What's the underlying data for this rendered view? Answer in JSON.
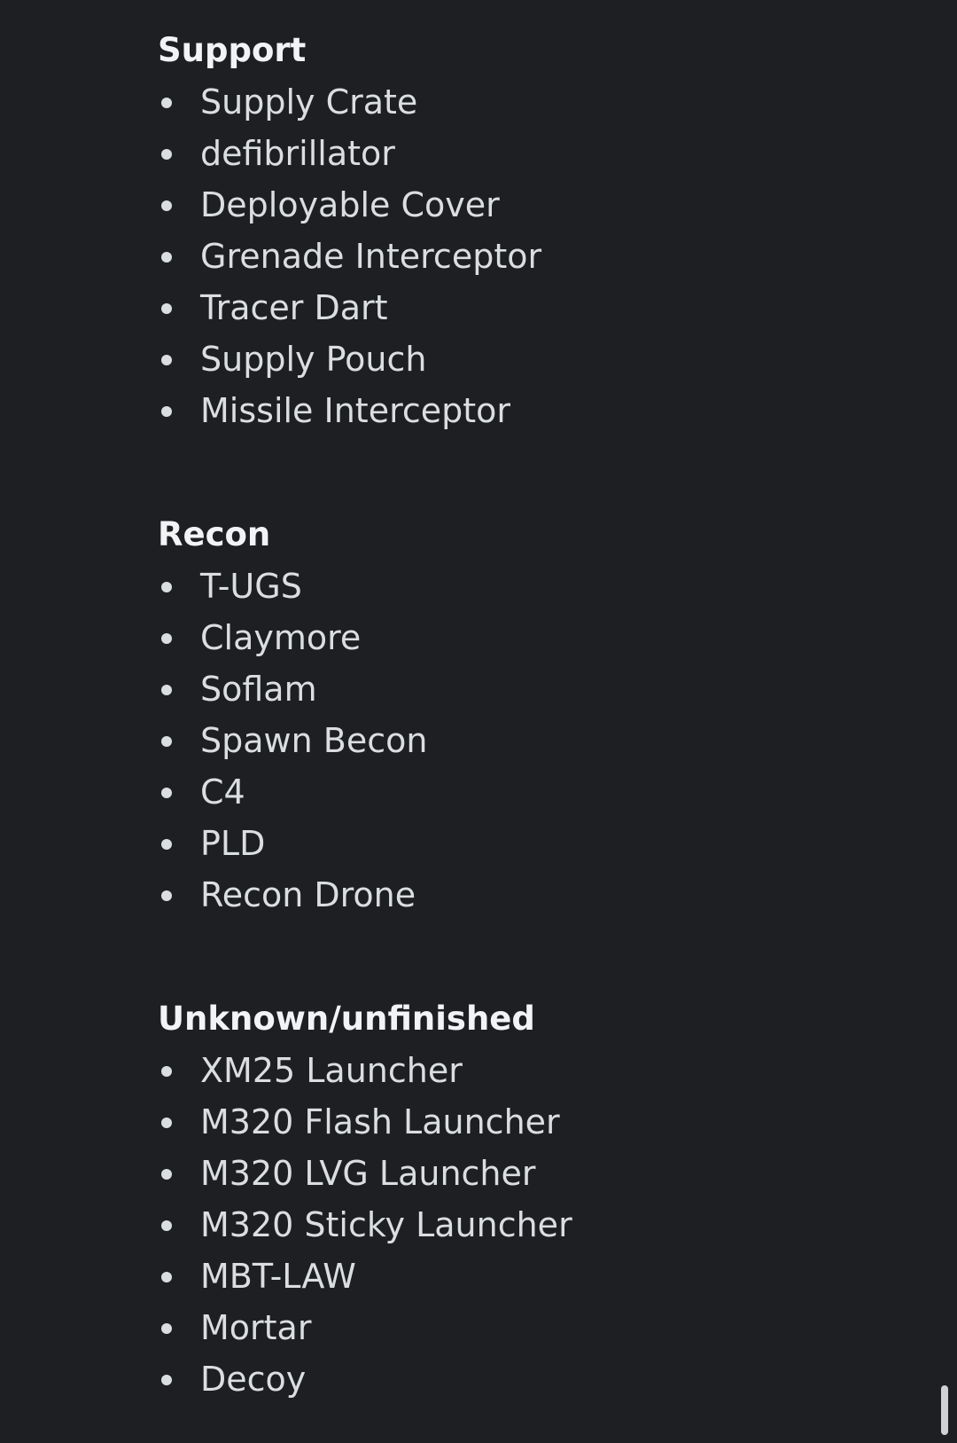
{
  "sections": [
    {
      "heading": "Support",
      "items": [
        "Supply Crate",
        "defibrillator",
        "Deployable Cover",
        "Grenade Interceptor",
        "Tracer Dart",
        "Supply Pouch",
        "Missile Interceptor"
      ]
    },
    {
      "heading": "Recon",
      "items": [
        "T-UGS",
        "Claymore",
        "Soflam",
        "Spawn Becon",
        "C4",
        "PLD",
        "Recon Drone"
      ]
    },
    {
      "heading": "Unknown/unfinished",
      "items": [
        "XM25 Launcher",
        "M320 Flash Launcher",
        "M320 LVG Launcher",
        "M320 Sticky Launcher",
        "MBT-LAW",
        "Mortar",
        "Decoy"
      ]
    }
  ],
  "colors": {
    "background": "#1e1f23",
    "heading": "#f2f3f5",
    "text": "#dbdee1",
    "scrollbar": "#cfd1d4"
  }
}
